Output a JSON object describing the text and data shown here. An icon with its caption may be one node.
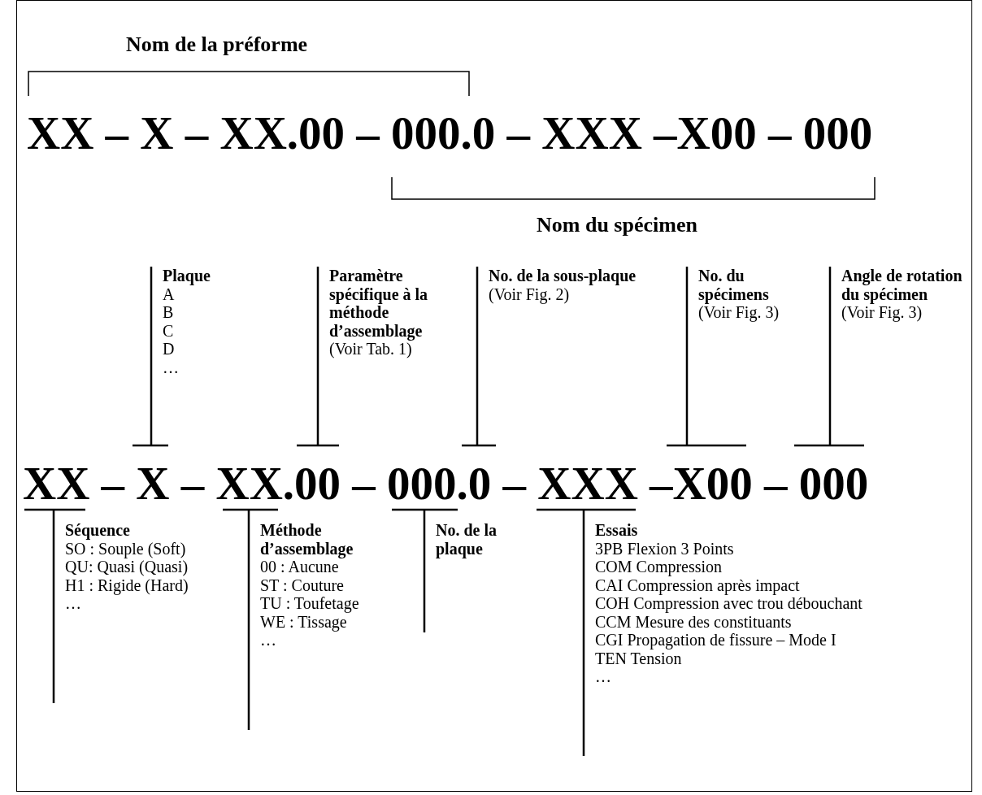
{
  "diagram": {
    "nodes": [
      {
        "text": [
          "Plaque",
          "A",
          "B",
          "C",
          "D",
          "…"
        ]
      },
      {
        "text": [
          "Paramètre spécifique à la méthode d’assemblage",
          "(Voir Tab. 1)"
        ]
      },
      {
        "text": [
          "No. de la sous-plaque",
          "(Voir Fig. 2)"
        ]
      },
      {
        "text": [
          "No. du spécimens",
          "(Voir Fig. 3)"
        ]
      },
      {
        "text": [
          "Angle de rotation du spécimen",
          "(Voir Fig. 3)"
        ]
      },
      {
        "text": [
          "Séquence",
          "SO : Souple (Soft)",
          "QU: Quasi (Quasi)",
          "H1 : Rigide (Hard)",
          "…"
        ]
      },
      {
        "text": [
          "Méthode d’assemblage",
          "00 : Aucune",
          "ST : Couture",
          "TU : Toufetage",
          "WE : Tissage",
          "…"
        ]
      },
      {
        "text": [
          "No. de la plaque"
        ]
      },
      {
        "text": [
          "Essais",
          "3PB Flexion 3 Points",
          "COM Compression",
          "CAI Compression après impact",
          "COH Compression avec trou débouchant",
          "CCM Mesure des constituants",
          "CGI Propagation de fissure – Mode I",
          "TEN Tension",
          "…"
        ]
      }
    ],
    "edges": [
      {
        "from": 0,
        "to": null,
        "arrow": "none"
      },
      {
        "from": 1,
        "to": null,
        "arrow": "none"
      },
      {
        "from": 2,
        "to": null,
        "arrow": "none"
      },
      {
        "from": 3,
        "to": null,
        "arrow": "none"
      },
      {
        "from": 4,
        "to": null,
        "arrow": "none"
      },
      {
        "from": 5,
        "to": null,
        "arrow": "none"
      },
      {
        "from": 6,
        "to": null,
        "arrow": "none"
      },
      {
        "from": 7,
        "to": null,
        "arrow": "none"
      },
      {
        "from": 8,
        "to": null,
        "arrow": "none"
      }
    ],
    "labels": [
      "Nom de la préforme",
      "XX – X – XX.00 – 000.0 – XXX –X00 – 000",
      "Nom du spécimen",
      "XX – X – XX.00 – 000.0 – XXX –X00 – 000"
    ]
  }
}
